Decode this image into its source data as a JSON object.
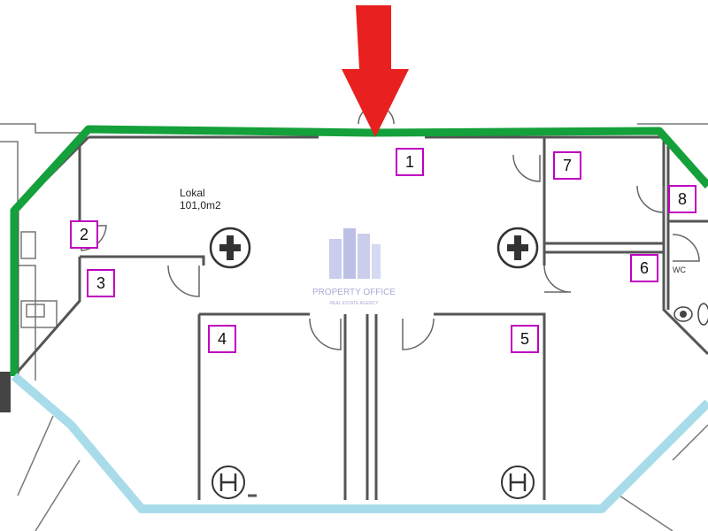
{
  "plan": {
    "area_label_line1": "Lokal",
    "area_label_line2": "101,0m2",
    "wc_label": "WC",
    "rooms": [
      {
        "number": "1"
      },
      {
        "number": "2"
      },
      {
        "number": "3"
      },
      {
        "number": "4"
      },
      {
        "number": "5"
      },
      {
        "number": "6"
      },
      {
        "number": "7"
      },
      {
        "number": "8"
      }
    ],
    "watermark": {
      "title": "PROPERTY OFFICE",
      "subtitle": "REAL ESTATE AGENCY"
    },
    "colors": {
      "entrance_arrow": "#e8201f",
      "frontage_line": "#14a03a",
      "window_line": "#a9dcea",
      "room_marker": "#c000c0"
    }
  }
}
